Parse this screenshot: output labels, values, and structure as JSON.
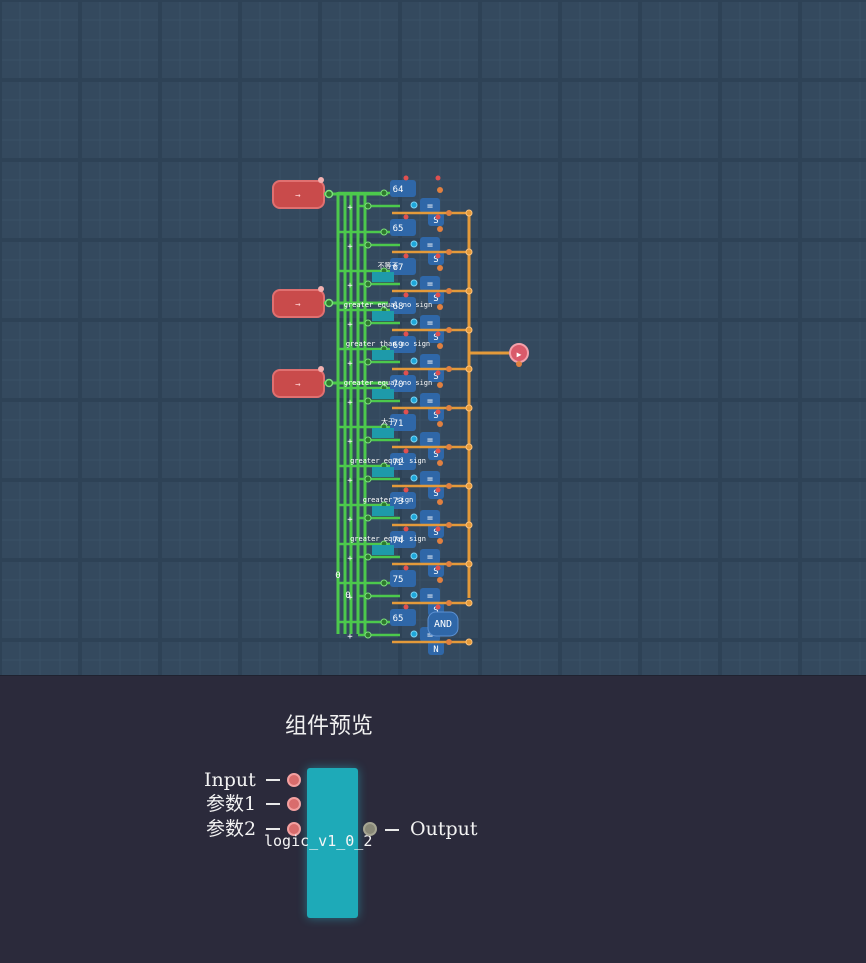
{
  "editor": {
    "background": "#34495e",
    "inputs": [
      {
        "symbol": "→"
      },
      {
        "symbol": "→"
      },
      {
        "symbol": "→"
      }
    ],
    "output_symbol": "▶",
    "rows": [
      {
        "num": "64",
        "gate": "=",
        "out": "S",
        "tag": ""
      },
      {
        "num": "65",
        "gate": "=",
        "out": "S",
        "tag": ""
      },
      {
        "num": "67",
        "gate": "=",
        "out": "S",
        "tag": "不等于"
      },
      {
        "num": "68",
        "gate": "=",
        "out": "S",
        "tag": "greater equal no sign"
      },
      {
        "num": "69",
        "gate": "=",
        "out": "S",
        "tag": "greater than no sign"
      },
      {
        "num": "70",
        "gate": "=",
        "out": "S",
        "tag": "greater equal no sign"
      },
      {
        "num": "71",
        "gate": "=",
        "out": "S",
        "tag": "大于"
      },
      {
        "num": "72",
        "gate": "=",
        "out": "S",
        "tag": "greater equal sign"
      },
      {
        "num": "73",
        "gate": "=",
        "out": "S",
        "tag": "greater sign"
      },
      {
        "num": "74",
        "gate": "=",
        "out": "S",
        "tag": "greater equal sign"
      },
      {
        "num": "75",
        "gate": "=",
        "out": "S",
        "tag": ""
      },
      {
        "num": "65",
        "gate": "=",
        "out": "N",
        "tag": ""
      }
    ],
    "and_label": "AND",
    "zero_label": "0"
  },
  "preview": {
    "title": "组件预览",
    "component_name": "logic_v1_0_2",
    "pins_in": [
      "Input",
      "参数1",
      "参数2"
    ],
    "pins_out": [
      "Output"
    ],
    "colors": {
      "body": "#1eaab8",
      "pin_in": "#d96c6c",
      "pin_out": "#888877"
    }
  }
}
